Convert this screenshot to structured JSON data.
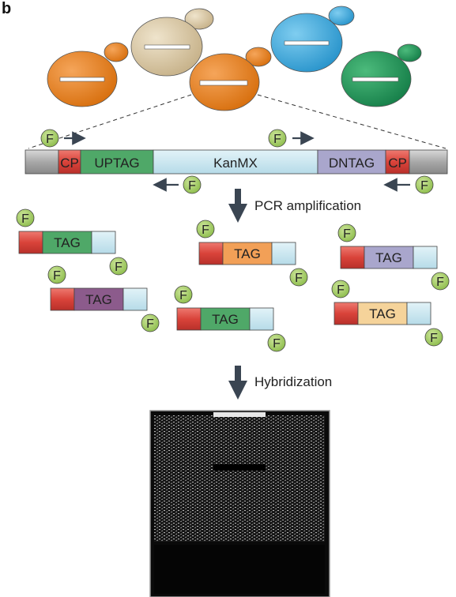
{
  "panel_label": "b",
  "cassette": {
    "segments": [
      "CP",
      "UPTAG",
      "KanMX",
      "DNTAG",
      "CP"
    ],
    "fluor": "F"
  },
  "tag_label": "TAG",
  "steps": {
    "pcr": "PCR amplification",
    "hybridization": "Hybridization"
  },
  "colors": {
    "orange_cell": "#e8801e",
    "tan_cell": "#d9c7a4",
    "blue_cell": "#3aa6db",
    "green_cell": "#22985a",
    "cp": "#d9433a",
    "uptag": "#4fa868",
    "kanmx": "#c6e5ef",
    "dntag": "#a9a6cc",
    "flank": "#a0a0a0",
    "fluor": "#a9cd6a",
    "arrow": "#3a4552"
  },
  "tags": [
    {
      "color": "#4fa868"
    },
    {
      "color": "#8c5b8c"
    },
    {
      "color": "#f2a057"
    },
    {
      "color": "#4fa868"
    },
    {
      "color": "#a9a6cc"
    },
    {
      "color": "#f5d39a"
    }
  ]
}
